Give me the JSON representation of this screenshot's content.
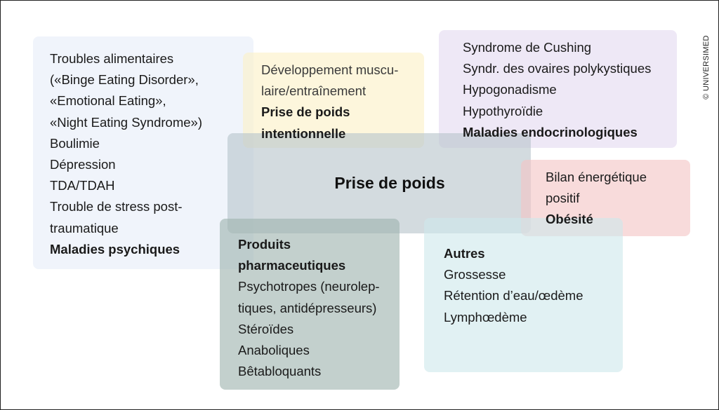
{
  "center": {
    "title": "Prise de poids"
  },
  "boxes": {
    "psy": {
      "lines": [
        "Troubles alimentaires",
        "(«Binge Eating Disorder»,",
        "«Emotional Eating»,",
        "«Night Eating Syndrome»)",
        "Boulimie",
        "Dépression",
        "TDA/TDAH",
        "Trouble de stress post-",
        "traumatique"
      ],
      "heading": "Maladies psychiques"
    },
    "muscle": {
      "lines": [
        "Développement muscu-",
        "laire/entraînement"
      ],
      "heading_lines": [
        "Prise de poids",
        "intentionnelle"
      ]
    },
    "endo": {
      "lines": [
        "Syndrome de Cushing",
        "Syndr. des ovaires polykystiques",
        "Hypogonadisme",
        "Hypothyroïdie"
      ],
      "heading": "Maladies endocrinologiques"
    },
    "obesity": {
      "lines": [
        "Bilan énergétique",
        "positif"
      ],
      "heading": "Obésité"
    },
    "pharma": {
      "heading_lines": [
        "Produits",
        "pharmaceutiques"
      ],
      "lines": [
        "Psychotropes (neurolep-",
        "tiques, antidépresseurs)",
        "Stéroïdes",
        "Anaboliques",
        "Bêtabloquants"
      ]
    },
    "other": {
      "heading": "Autres",
      "lines": [
        "Grossesse",
        "Rétention d’eau/œdème",
        "Lymphœdème"
      ]
    }
  },
  "copyright": "© UNIVERSIMED",
  "colors": {
    "psy": "#e6eef8",
    "muscle": "#fbf0c6",
    "endo": "#e4daf0",
    "center": "#b8c5cc",
    "obesity": "#f4c5c5",
    "pharma": "#9eb3ae",
    "other": "#cfe8eb"
  }
}
